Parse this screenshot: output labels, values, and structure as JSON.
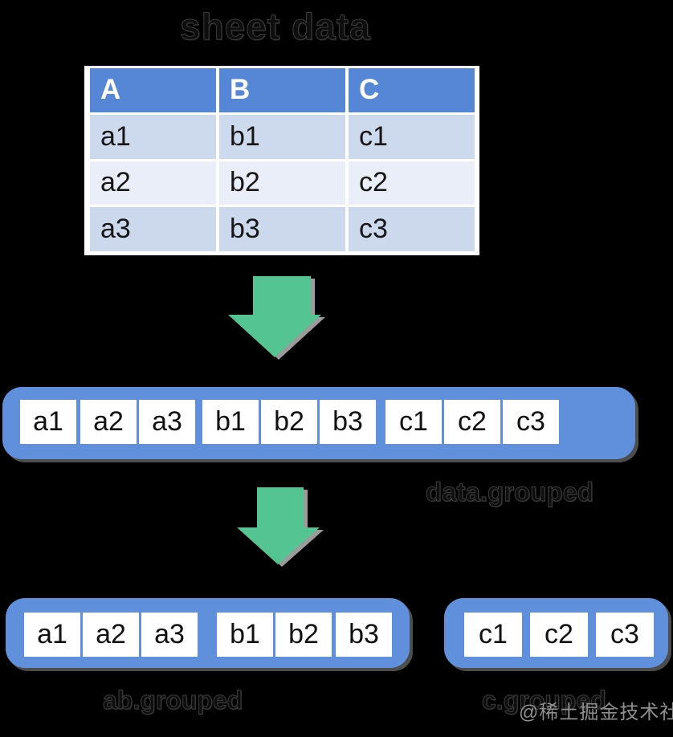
{
  "canvas": {
    "background": "#000000"
  },
  "title": {
    "text": "sheet data"
  },
  "table": {
    "headers": [
      "A",
      "B",
      "C"
    ],
    "rows": [
      [
        "a1",
        "b1",
        "c1"
      ],
      [
        "a2",
        "b2",
        "c2"
      ],
      [
        "a3",
        "b3",
        "c3"
      ]
    ],
    "header_bg": "#5687d7",
    "row_bg_odd": "#cdd9ed",
    "row_bg_even": "#e9eef8"
  },
  "flat_bar": {
    "label": "data.grouped",
    "bg": "#6090dc",
    "groups": [
      [
        "a1",
        "a2",
        "a3"
      ],
      [
        "b1",
        "b2",
        "b3"
      ],
      [
        "c1",
        "c2",
        "c3"
      ]
    ]
  },
  "split_bars": [
    {
      "label": "ab.grouped",
      "groups": [
        [
          "a1",
          "a2",
          "a3"
        ],
        [
          "b1",
          "b2",
          "b3"
        ]
      ]
    },
    {
      "label": "c.grouped",
      "groups": [
        [
          "c1",
          "c2",
          "c3"
        ]
      ]
    }
  ],
  "arrows": {
    "fill": "#54c493",
    "shadow": "#9b9b9b"
  },
  "watermark": {
    "text": "@稀土掘金技术社区"
  }
}
